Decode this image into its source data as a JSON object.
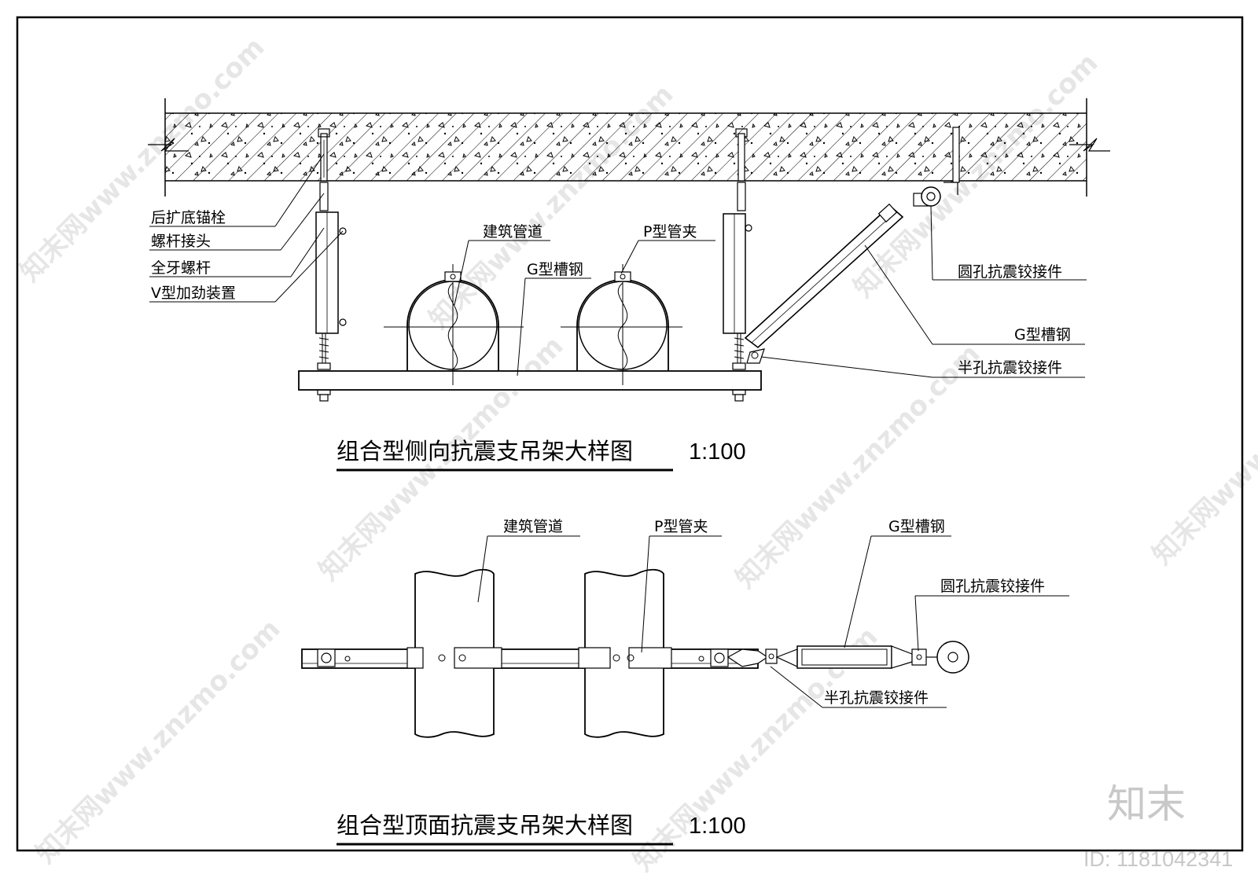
{
  "side_view": {
    "title": "组合型侧向抗震支吊架大样图",
    "scale": "1:100",
    "labels": {
      "anchor_bolt": "后扩底锚栓",
      "rod_connector": "螺杆接头",
      "threaded_rod": "全牙螺杆",
      "v_stiffener": "V型加劲装置",
      "pipe": "建筑管道",
      "p_clamp": "P型管夹",
      "g_channel": "G型槽钢",
      "round_hinge": "圆孔抗震铰接件",
      "g_channel_brace": "G型槽钢",
      "half_hinge": "半孔抗震铰接件"
    }
  },
  "top_view": {
    "title": "组合型顶面抗震支吊架大样图",
    "scale": "1:100",
    "labels": {
      "pipe": "建筑管道",
      "p_clamp": "P型管夹",
      "g_channel": "G型槽钢",
      "round_hinge": "圆孔抗震铰接件",
      "half_hinge": "半孔抗震铰接件"
    }
  },
  "watermark": {
    "logo": "知末",
    "id": "ID: 1181042341",
    "diagonal": "知末网www.znzmo.com"
  }
}
